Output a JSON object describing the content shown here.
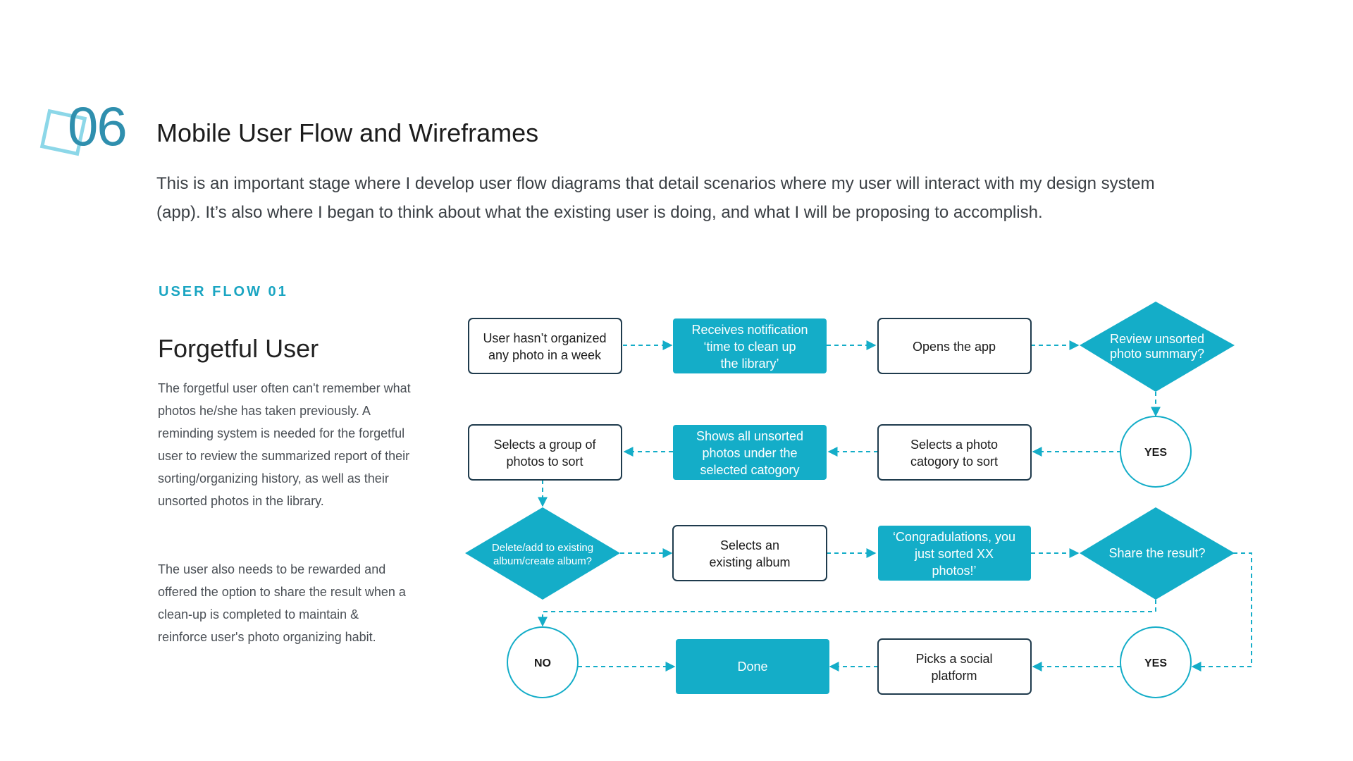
{
  "header": {
    "section_number": "06",
    "title": "Mobile User Flow and Wireframes",
    "intro": "This is an important stage where I develop user flow diagrams that detail scenarios where my user will interact with my design system (app). It’s also where I began to think about what the existing user is doing, and what I will be proposing to accomplish."
  },
  "sidebar": {
    "tag": "USER FLOW 01",
    "title": "Forgetful User",
    "paragraph_1": "The forgetful user often can't remember what photos he/she has taken previously. A reminding system is needed for the forgetful user to review the summarized report of their sorting/organizing history, as well as their unsorted photos in the library.",
    "paragraph_2": "The user also needs to be rewarded and offered the option to share the result when a clean-up is completed to maintain & reinforce user's photo organizing habit."
  },
  "colors": {
    "accent": "#14adc8",
    "outline": "#1f3b4d",
    "section_number": "#2f8fae",
    "tag": "#1aa5c2"
  },
  "flow": {
    "nodes": [
      {
        "id": "n1",
        "lines": [
          "User hasn’t organized",
          "any photo in a week"
        ]
      },
      {
        "id": "n2",
        "lines": [
          "Receives notification",
          "‘time to clean up",
          "the library’"
        ]
      },
      {
        "id": "n3",
        "lines": [
          "Opens the app"
        ]
      },
      {
        "id": "n4",
        "lines": [
          "Review unsorted",
          "photo summary?"
        ]
      },
      {
        "id": "n5",
        "lines": [
          "YES"
        ]
      },
      {
        "id": "n6",
        "lines": [
          "Selects a photo",
          "catogory to sort"
        ]
      },
      {
        "id": "n7",
        "lines": [
          "Shows all unsorted",
          "photos under the",
          "selected catogory"
        ]
      },
      {
        "id": "n8",
        "lines": [
          "Selects a group of",
          "photos to sort"
        ]
      },
      {
        "id": "n9",
        "lines": [
          "Delete/add to existing",
          "album/create album?"
        ]
      },
      {
        "id": "n10",
        "lines": [
          "Selects an",
          "existing album"
        ]
      },
      {
        "id": "n11",
        "lines": [
          "‘Congradulations, you",
          "just sorted XX",
          "photos!’"
        ]
      },
      {
        "id": "n12",
        "lines": [
          "Share the result?"
        ]
      },
      {
        "id": "n13",
        "lines": [
          "NO"
        ]
      },
      {
        "id": "n14",
        "lines": [
          "Done"
        ]
      },
      {
        "id": "n15",
        "lines": [
          "Picks a social",
          "platform"
        ]
      },
      {
        "id": "n16",
        "lines": [
          "YES"
        ]
      }
    ]
  }
}
